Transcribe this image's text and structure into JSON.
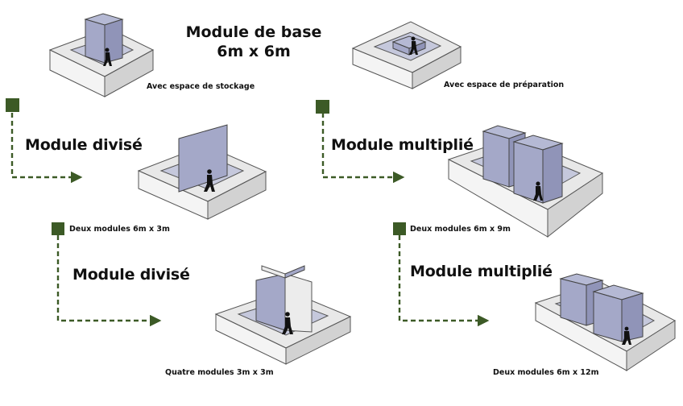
{
  "header": {
    "title_line1": "Module de base",
    "title_line2": "6m x 6m"
  },
  "captions": {
    "storage": "Avec espace de stockage",
    "prep": "Avec espace de préparation",
    "split_two": "Deux modules 6m x 3m",
    "mult_nine": "Deux modules 6m x 9m",
    "split_four": "Quatre modules 3m x 3m",
    "mult_twelve": "Deux modules 6m x 12m"
  },
  "labels": {
    "divise_1": "Module divisé",
    "multiplie_1": "Module multiplié",
    "divise_2": "Module divisé",
    "multiplie_2": "Module multiplié"
  },
  "colors": {
    "arrow": "#3c5a26",
    "node": "#3c5a26",
    "frame_top": "#e6e6e6",
    "frame_side": "#f2f2f2",
    "frame_front": "#d4d4d4",
    "inner_floor": "#bcbfd8",
    "panel": "#a5a9c8",
    "panel_dark": "#8d91b3",
    "panel_white": "#ececec"
  }
}
